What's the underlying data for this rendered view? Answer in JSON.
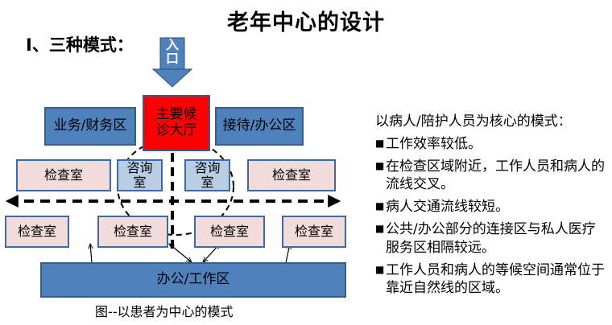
{
  "title": "老年中心的设计",
  "mode_heading": "Ⅰ、三种模式：",
  "diagram": {
    "entrance": "入口",
    "main_hall": "主要候诊大厅",
    "business_finance": "业务/财务区",
    "reception_office": "接待/办公区",
    "consult_left": "咨询室",
    "consult_right": "咨询室",
    "exam_upper_left": "检查室",
    "exam_upper_right": "检查室",
    "exam_lower_1": "检查室",
    "exam_lower_2": "检查室",
    "exam_lower_3": "检查室",
    "exam_lower_4": "检查室",
    "office_work": "办公/工作区",
    "caption": "图--以患者为中心的模式"
  },
  "notes": {
    "heading": "以病人/陪护人员为核心的模式：",
    "bullet_symbol": "■",
    "items": [
      "工作效率较低。",
      "在检查区域附近，工作人员和病人的流线交叉。",
      "病人交通流线较短。",
      "公共/办公部分的连接区与私人医疗服务区相隔较远。",
      "工作人员和病人的等候空间通常位于靠近自然线的区域。"
    ]
  },
  "colors": {
    "blue_box": "#4f81bd",
    "pink_box": "#f2dcdb",
    "light_blue_box": "#b9cde5",
    "main_hall_red": "#ff0000",
    "entrance_arrow": "#4f81bd"
  }
}
